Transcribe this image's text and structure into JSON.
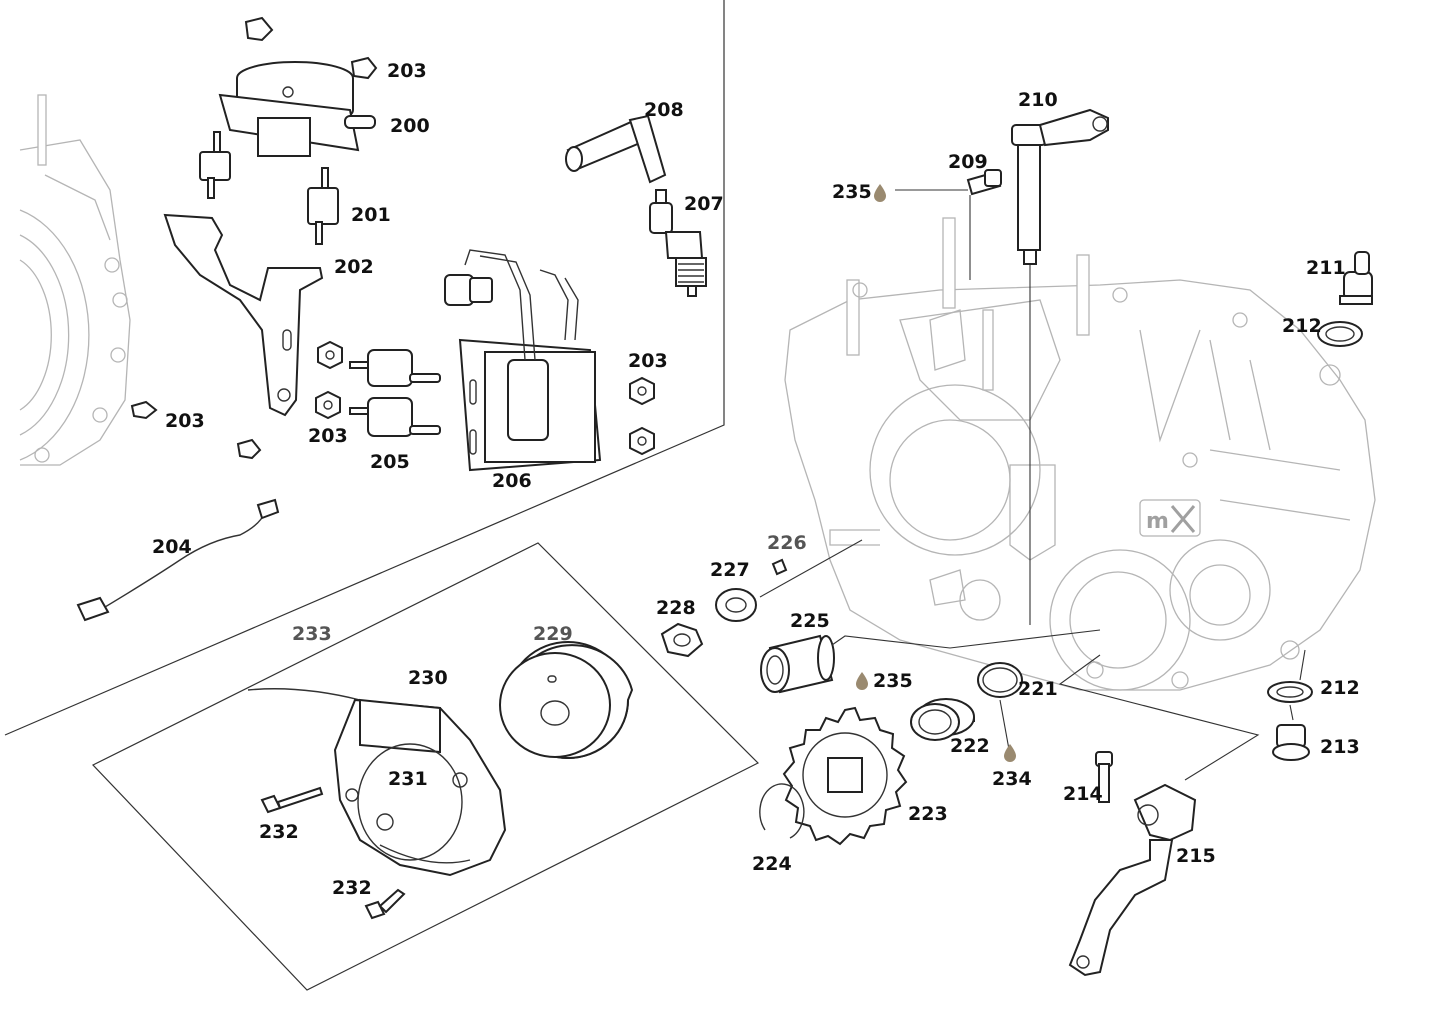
{
  "callouts": {
    "c200": "200",
    "c201": "201",
    "c202": "202",
    "c203a": "203",
    "c203b": "203",
    "c203c": "203",
    "c203d": "203",
    "c204": "204",
    "c205": "205",
    "c206": "206",
    "c207": "207",
    "c208": "208",
    "c209": "209",
    "c210": "210",
    "c211": "211",
    "c212a": "212",
    "c212b": "212",
    "c213": "213",
    "c214": "214",
    "c215": "215",
    "c221": "221",
    "c222": "222",
    "c223": "223",
    "c224": "224",
    "c225": "225",
    "c226": "226",
    "c227": "227",
    "c228": "228",
    "c229": "229",
    "c230": "230",
    "c231": "231",
    "c232a": "232",
    "c232b": "232",
    "c233": "233",
    "c234": "234",
    "c235a": "235",
    "c235b": "235"
  },
  "colors": {
    "line": "#222222",
    "ghost_engine": "#b5b5b5",
    "sealant_drop": "#9a8a70",
    "background": "#ffffff"
  },
  "icons": {
    "sealant": "sealant-drop-icon",
    "logo": "mx-logo"
  }
}
